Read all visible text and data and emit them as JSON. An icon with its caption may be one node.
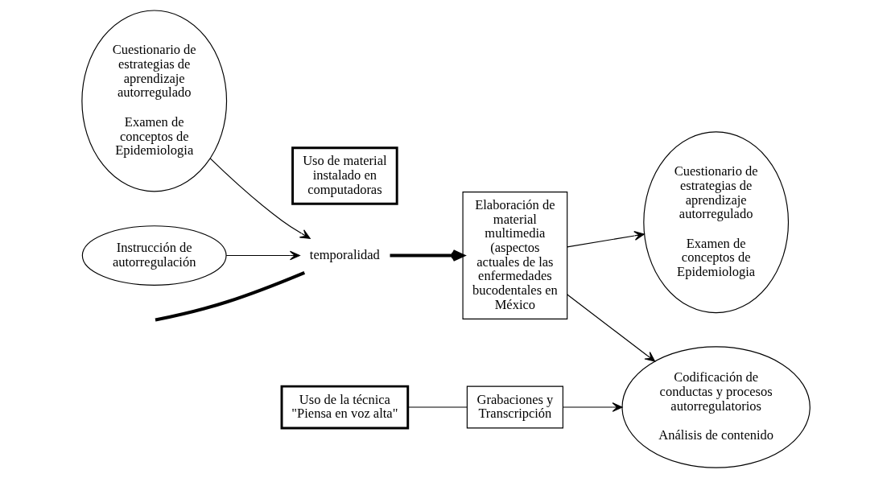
{
  "diagram": {
    "nodes": [
      {
        "text": [
          "Cuestionario de estrategias de aprendizaje autorregulado",
          "Examen de conceptos de Epidemiologia"
        ]
      },
      {
        "text": [
          "Uso de material instalado en computadoras"
        ]
      },
      {
        "text": [
          "temporalidad"
        ]
      },
      {
        "text": [
          "Uso de la técnica \"Piensa en voz alta\""
        ]
      },
      {
        "text": [
          "Instrucción de autorregulación"
        ]
      },
      {
        "text": [
          "Elaboración de material multimedia (aspectos actuales de las enfermedades bucodentales en México"
        ]
      },
      {
        "text": [
          "Cuestionario de estrategias de aprendizaje autorregulado",
          "Examen de conceptos de Epidemiologia"
        ]
      },
      {
        "text": [
          "Grabaciones y Transcripción"
        ]
      },
      {
        "text": [
          "Codificación de conductas y procesos autorregulatorios",
          "Análisis de contenido"
        ]
      }
    ],
    "edges": [
      {
        "from": 0,
        "to": 2,
        "arrow": "to"
      },
      {
        "from": 4,
        "to": 2,
        "arrow": "to"
      },
      {
        "from": null,
        "to": 2,
        "arrow": "none",
        "style": "thick"
      },
      {
        "from": 2,
        "to": 5,
        "arrow": "to",
        "style": "thick"
      },
      {
        "from": 5,
        "to": 6,
        "arrow": "to"
      },
      {
        "from": 5,
        "to": 8,
        "arrow": "to"
      },
      {
        "from": 3,
        "to": 7,
        "arrow": "none"
      },
      {
        "from": 7,
        "to": 8,
        "arrow": "to"
      }
    ]
  }
}
